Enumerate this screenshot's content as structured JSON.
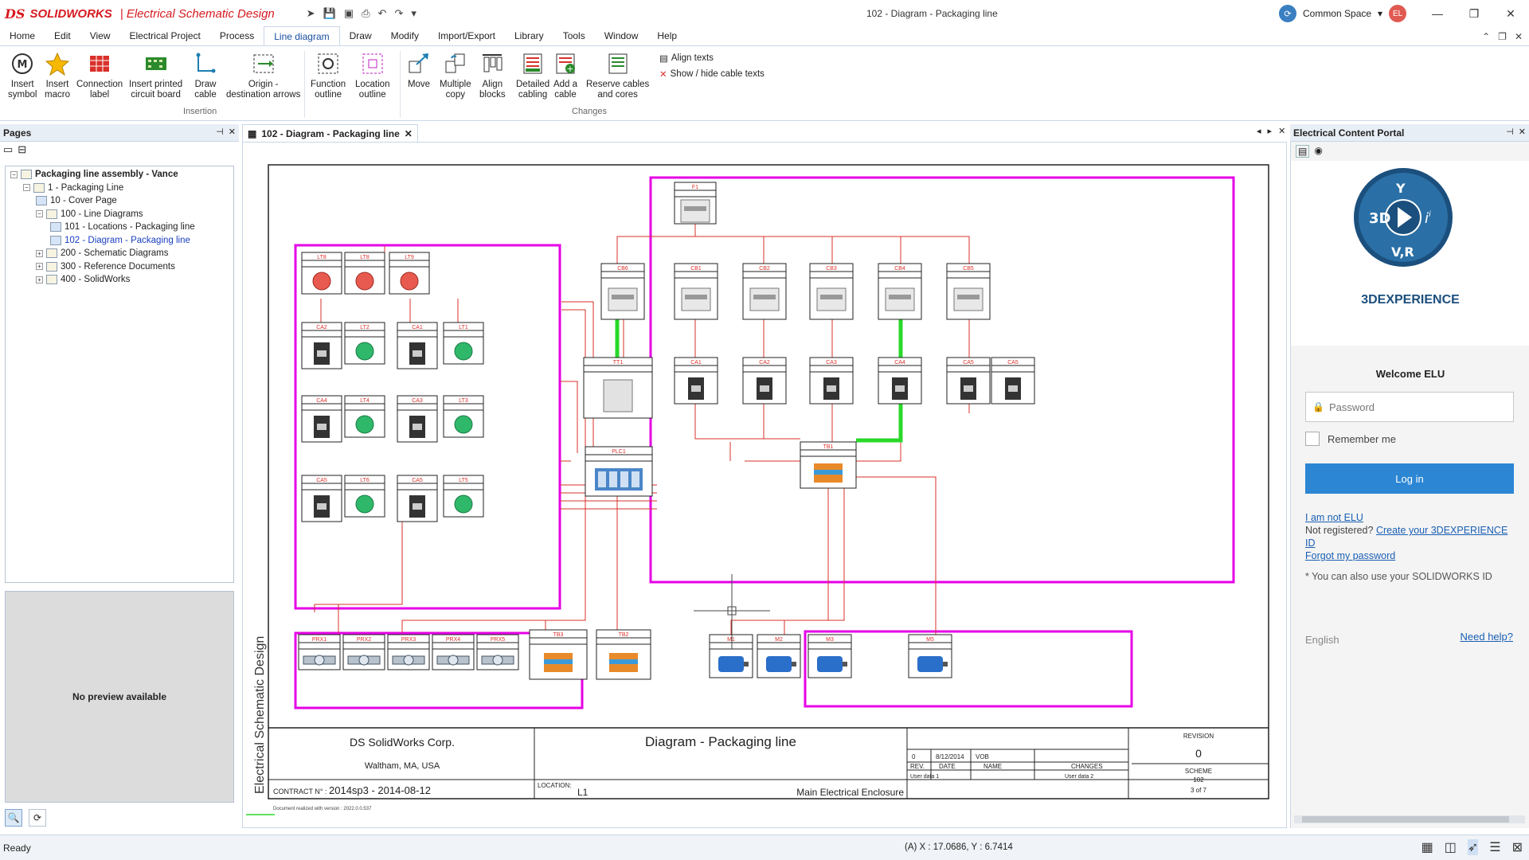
{
  "app": {
    "brand_ds": "DS",
    "brand_sw": "SOLIDWORKS",
    "app_name": "| Electrical Schematic Design",
    "window_title": "102 - Diagram - Packaging line"
  },
  "user": {
    "space": "Common Space",
    "initials": "EL"
  },
  "menu": [
    "Home",
    "Edit",
    "View",
    "Electrical Project",
    "Process",
    "Line diagram",
    "Draw",
    "Modify",
    "Import/Export",
    "Library",
    "Tools",
    "Window",
    "Help"
  ],
  "menu_active": "Line diagram",
  "ribbon": {
    "insertion": [
      {
        "label1": "Insert",
        "label2": "symbol",
        "icon": "insert-symbol-icon"
      },
      {
        "label1": "Insert",
        "label2": "macro",
        "icon": "star-icon"
      },
      {
        "label1": "Connection",
        "label2": "label",
        "icon": "connection-label-icon"
      },
      {
        "label1": "Insert printed",
        "label2": "circuit board",
        "icon": "pcb-icon"
      },
      {
        "label1": "Draw",
        "label2": "cable",
        "icon": "cable-icon"
      },
      {
        "label1": "Origin -",
        "label2": "destination arrows",
        "icon": "arrows-icon"
      }
    ],
    "insertion_group": "Insertion",
    "outline": [
      {
        "label1": "Function",
        "label2": "outline",
        "icon": "function-outline-icon"
      },
      {
        "label1": "Location",
        "label2": "outline",
        "icon": "location-outline-icon"
      }
    ],
    "changes": [
      {
        "label1": "Move",
        "label2": "",
        "icon": "move-icon"
      },
      {
        "label1": "Multiple",
        "label2": "copy",
        "icon": "copy-icon"
      },
      {
        "label1": "Align",
        "label2": "blocks",
        "icon": "align-icon"
      },
      {
        "label1": "Detailed",
        "label2": "cabling",
        "icon": "cabling-icon"
      },
      {
        "label1": "Add a",
        "label2": "cable",
        "icon": "add-cable-icon"
      },
      {
        "label1": "Reserve cables",
        "label2": "and cores",
        "icon": "reserve-icon"
      }
    ],
    "align_texts": "Align texts",
    "show_hide": "Show / hide cable texts",
    "changes_group": "Changes"
  },
  "pages_panel": {
    "title": "Pages",
    "tree": [
      {
        "label": "Packaging line assembly - Vance",
        "level": 0,
        "bold": true
      },
      {
        "label": "1 - Packaging Line",
        "level": 1
      },
      {
        "label": "10 - Cover Page",
        "level": 2
      },
      {
        "label": "100 - Line Diagrams",
        "level": 2
      },
      {
        "label": "101 - Locations - Packaging line",
        "level": 3
      },
      {
        "label": "102 - Diagram - Packaging line",
        "level": 3,
        "selected": true
      },
      {
        "label": "200 - Schematic Diagrams",
        "level": 2
      },
      {
        "label": "300 - Reference Documents",
        "level": 2
      },
      {
        "label": "400 - SolidWorks",
        "level": 2
      }
    ],
    "preview": "No preview available"
  },
  "document_tab": "102 - Diagram - Packaging line",
  "drawing": {
    "side_label": "Electrical Schematic Design",
    "company": "DS SolidWorks Corp.",
    "address": "Waltham, MA, USA",
    "contract_label": "CONTRACT N° :",
    "contract": "2014sp3 - 2014-08-12",
    "location_label": "LOCATION:",
    "location": "L1",
    "title": "Diagram - Packaging line",
    "subtitle": "Main Electrical Enclosure",
    "rev_label": "REVISION",
    "rev": "0",
    "rev_row": [
      "0",
      "8/12/2014",
      "VOB"
    ],
    "rev_headers": [
      "REV.",
      "DATE",
      "NAME",
      "CHANGES"
    ],
    "user_data1": "User data 1",
    "user_data2": "User data 2",
    "scheme_label": "SCHEME",
    "scheme": "102",
    "pages": "3 of 7",
    "footer": "Document realized with version : 2022.0.0.537",
    "components_top": [
      "LT8",
      "LT8",
      "LT9"
    ],
    "components_row2": [
      "CA2",
      "LT2",
      "CA1",
      "LT1"
    ],
    "components_row3": [
      "CA4",
      "LT4",
      "CA3",
      "LT3"
    ],
    "components_row4": [
      "CA5",
      "LT6",
      "CA5",
      "LT5"
    ],
    "enclosure_row1": [
      "CB6",
      "CB1",
      "CB2",
      "CB3",
      "CB4",
      "CB5"
    ],
    "enclosure_row2": [
      "TT1",
      "CA1",
      "CA2",
      "CA3",
      "CA4",
      "CA5",
      "CA5"
    ],
    "plc": "PLC1",
    "term": "TB1",
    "fuse": "F1",
    "sensors": [
      "PRX1",
      "PRX2",
      "PRX3",
      "PRX4",
      "PRX5"
    ],
    "junctions": [
      "TB3",
      "TB2"
    ],
    "motors": [
      "M1",
      "M2",
      "M3",
      "M5"
    ]
  },
  "portal": {
    "title": "Electrical Content Portal",
    "brand": "3DEXPERIENCE",
    "welcome": "Welcome ELU",
    "password_placeholder": "Password",
    "remember": "Remember me",
    "login": "Log in",
    "not_user": "I am not ELU",
    "not_registered": "Not registered?",
    "create": "Create your 3DEXPERIENCE ID",
    "forgot": "Forgot my password",
    "note": "* You can also use your SOLIDWORKS ID",
    "language": "English",
    "help": "Need help?"
  },
  "status": {
    "ready": "Ready",
    "coords": "(A) X : 17.0686, Y : 6.7414"
  },
  "colors": {
    "accent": "#1a4fa0",
    "magenta": "#e600e6",
    "wire": "#d9302a",
    "green": "#2ad82a",
    "login": "#2c86d4"
  }
}
